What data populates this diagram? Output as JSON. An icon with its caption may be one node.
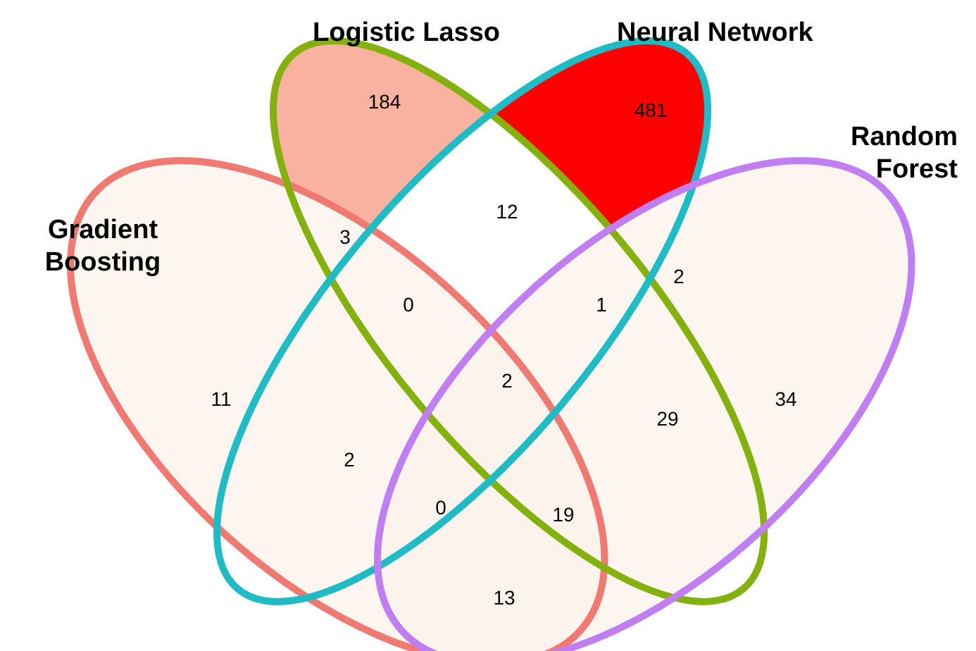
{
  "diagram": {
    "nodes": [
      {
        "text": [
          "Gradient Boosting"
        ]
      },
      {
        "text": [
          "Logistic Lasso"
        ]
      },
      {
        "text": [
          "Neural Network"
        ]
      },
      {
        "text": [
          "Random Forest"
        ]
      }
    ],
    "labels": [
      "184",
      "481",
      "12",
      "3",
      "2",
      "0",
      "1",
      "2",
      "11",
      "29",
      "34",
      "2",
      "0",
      "19",
      "13"
    ]
  }
}
